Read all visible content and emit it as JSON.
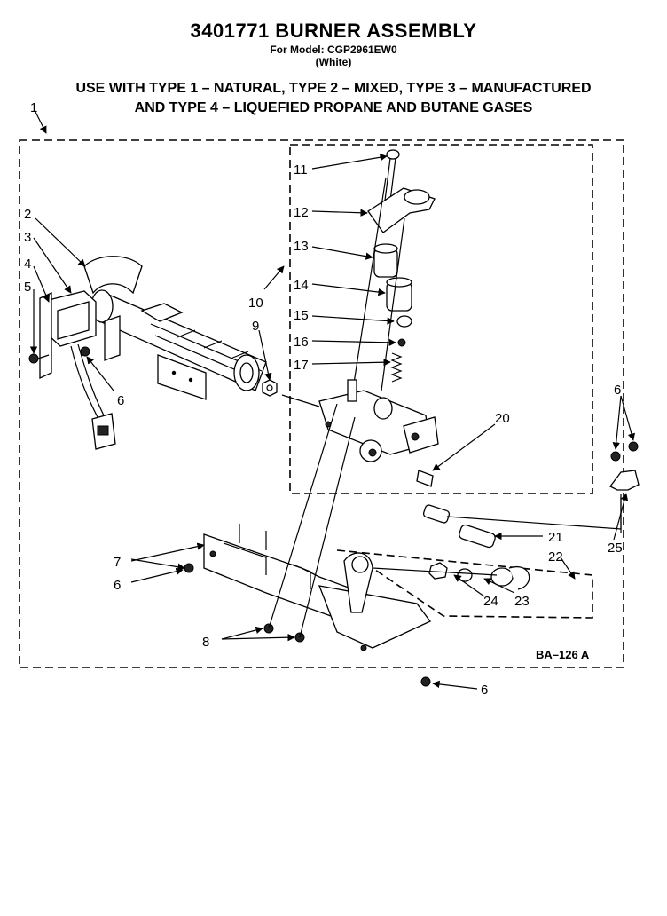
{
  "header": {
    "title": "3401771 BURNER ASSEMBLY",
    "model_line": "For Model: CGP2961EW0",
    "color_line": "(White)",
    "usage_line1": "USE WITH TYPE 1 – NATURAL, TYPE 2 – MIXED, TYPE 3 – MANUFACTURED",
    "usage_line2": "AND TYPE 4 – LIQUEFIED PROPANE AND BUTANE GASES"
  },
  "callouts": {
    "c1": "1",
    "c2": "2",
    "c3": "3",
    "c4": "4",
    "c5": "5",
    "c6a": "6",
    "c6b": "6",
    "c6c": "6",
    "c6d": "6",
    "c7": "7",
    "c8": "8",
    "c9": "9",
    "c10": "10",
    "c11": "11",
    "c12": "12",
    "c13": "13",
    "c14": "14",
    "c15": "15",
    "c16": "16",
    "c17": "17",
    "c20": "20",
    "c21": "21",
    "c22": "22",
    "c23": "23",
    "c24": "24",
    "c25": "25"
  },
  "figure_ref": "BA–126 A"
}
